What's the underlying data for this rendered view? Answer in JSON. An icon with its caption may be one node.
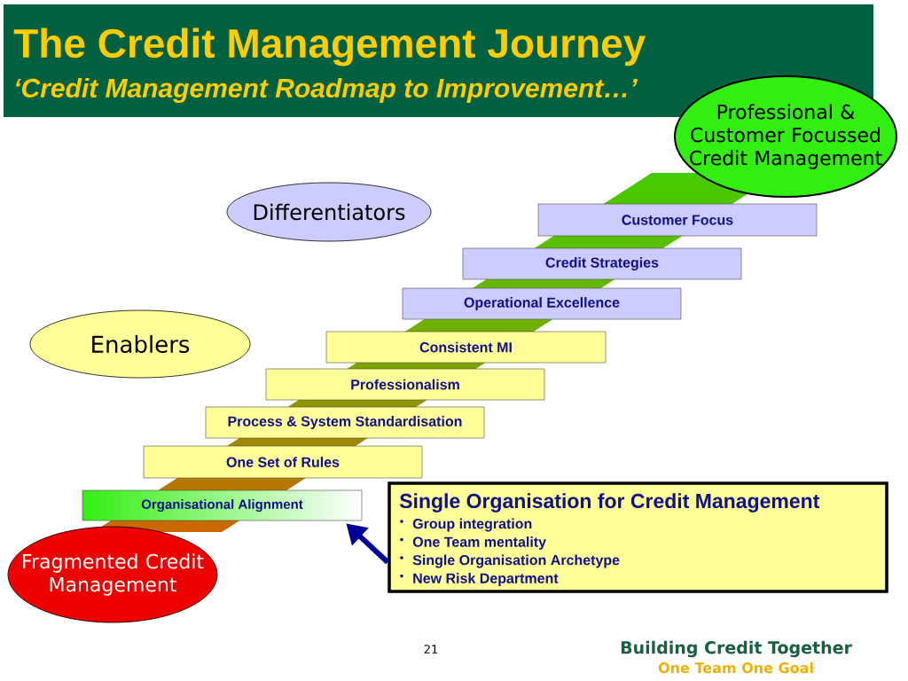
{
  "diagram": {
    "title": "The Credit Management Journey",
    "nodes": [
      {
        "text": [
          "Professional & Customer Focussed Credit Management"
        ]
      },
      {
        "text": [
          "Differentiators"
        ]
      },
      {
        "text": [
          "Customer Focus"
        ]
      },
      {
        "text": [
          "Credit Strategies"
        ]
      },
      {
        "text": [
          "Operational Excellence"
        ]
      },
      {
        "text": [
          "Enablers"
        ]
      },
      {
        "text": [
          "Consistent MI"
        ]
      },
      {
        "text": [
          "Professionalism"
        ]
      },
      {
        "text": [
          "Process & System Standardisation"
        ]
      },
      {
        "text": [
          "One Set of Rules"
        ]
      },
      {
        "text": [
          "Organisational Alignment"
        ]
      },
      {
        "text": [
          "Single Organisation for Credit Management",
          "Group integration",
          "One Team mentality",
          "Single Organisation Archetype",
          "New Risk Department"
        ]
      },
      {
        "text": [
          "Fragmented Credit Management"
        ]
      }
    ],
    "edges": [
      {
        "from": 11,
        "to": 10,
        "arrow": "to",
        "color": "#000099"
      }
    ],
    "labels": [
      "‘Credit Management Roadmap to Improvement…’",
      "21",
      "Building Credit Together",
      "One Team One Goal"
    ]
  }
}
